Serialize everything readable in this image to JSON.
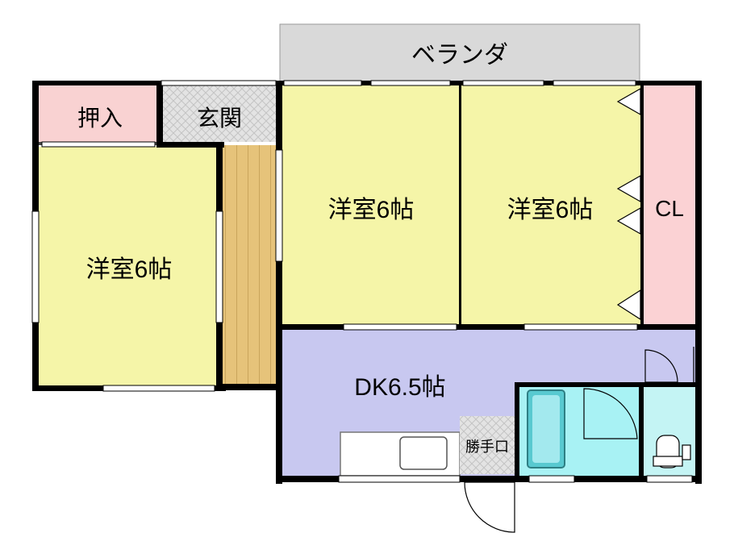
{
  "floorplan": {
    "labels": {
      "veranda": "ベランダ",
      "oshiire": "押入",
      "genkan": "玄関",
      "room_left": "洋室6帖",
      "room_center": "洋室6帖",
      "room_right": "洋室6帖",
      "closet": "CL",
      "dk": "DK6.5帖",
      "katteguchi": "勝手口"
    },
    "colors": {
      "wall": "#000000",
      "veranda": "#d9d9d9",
      "oshiire": "#f9d2d2",
      "genkan": "#dcdcdc",
      "room": "#f5f5a8",
      "closet": "#fbd2d4",
      "dk": "#c8c8f0",
      "hallway": "#e6c37a",
      "bath": "#a8f2f4",
      "toilet": "#c4f4f4"
    }
  }
}
